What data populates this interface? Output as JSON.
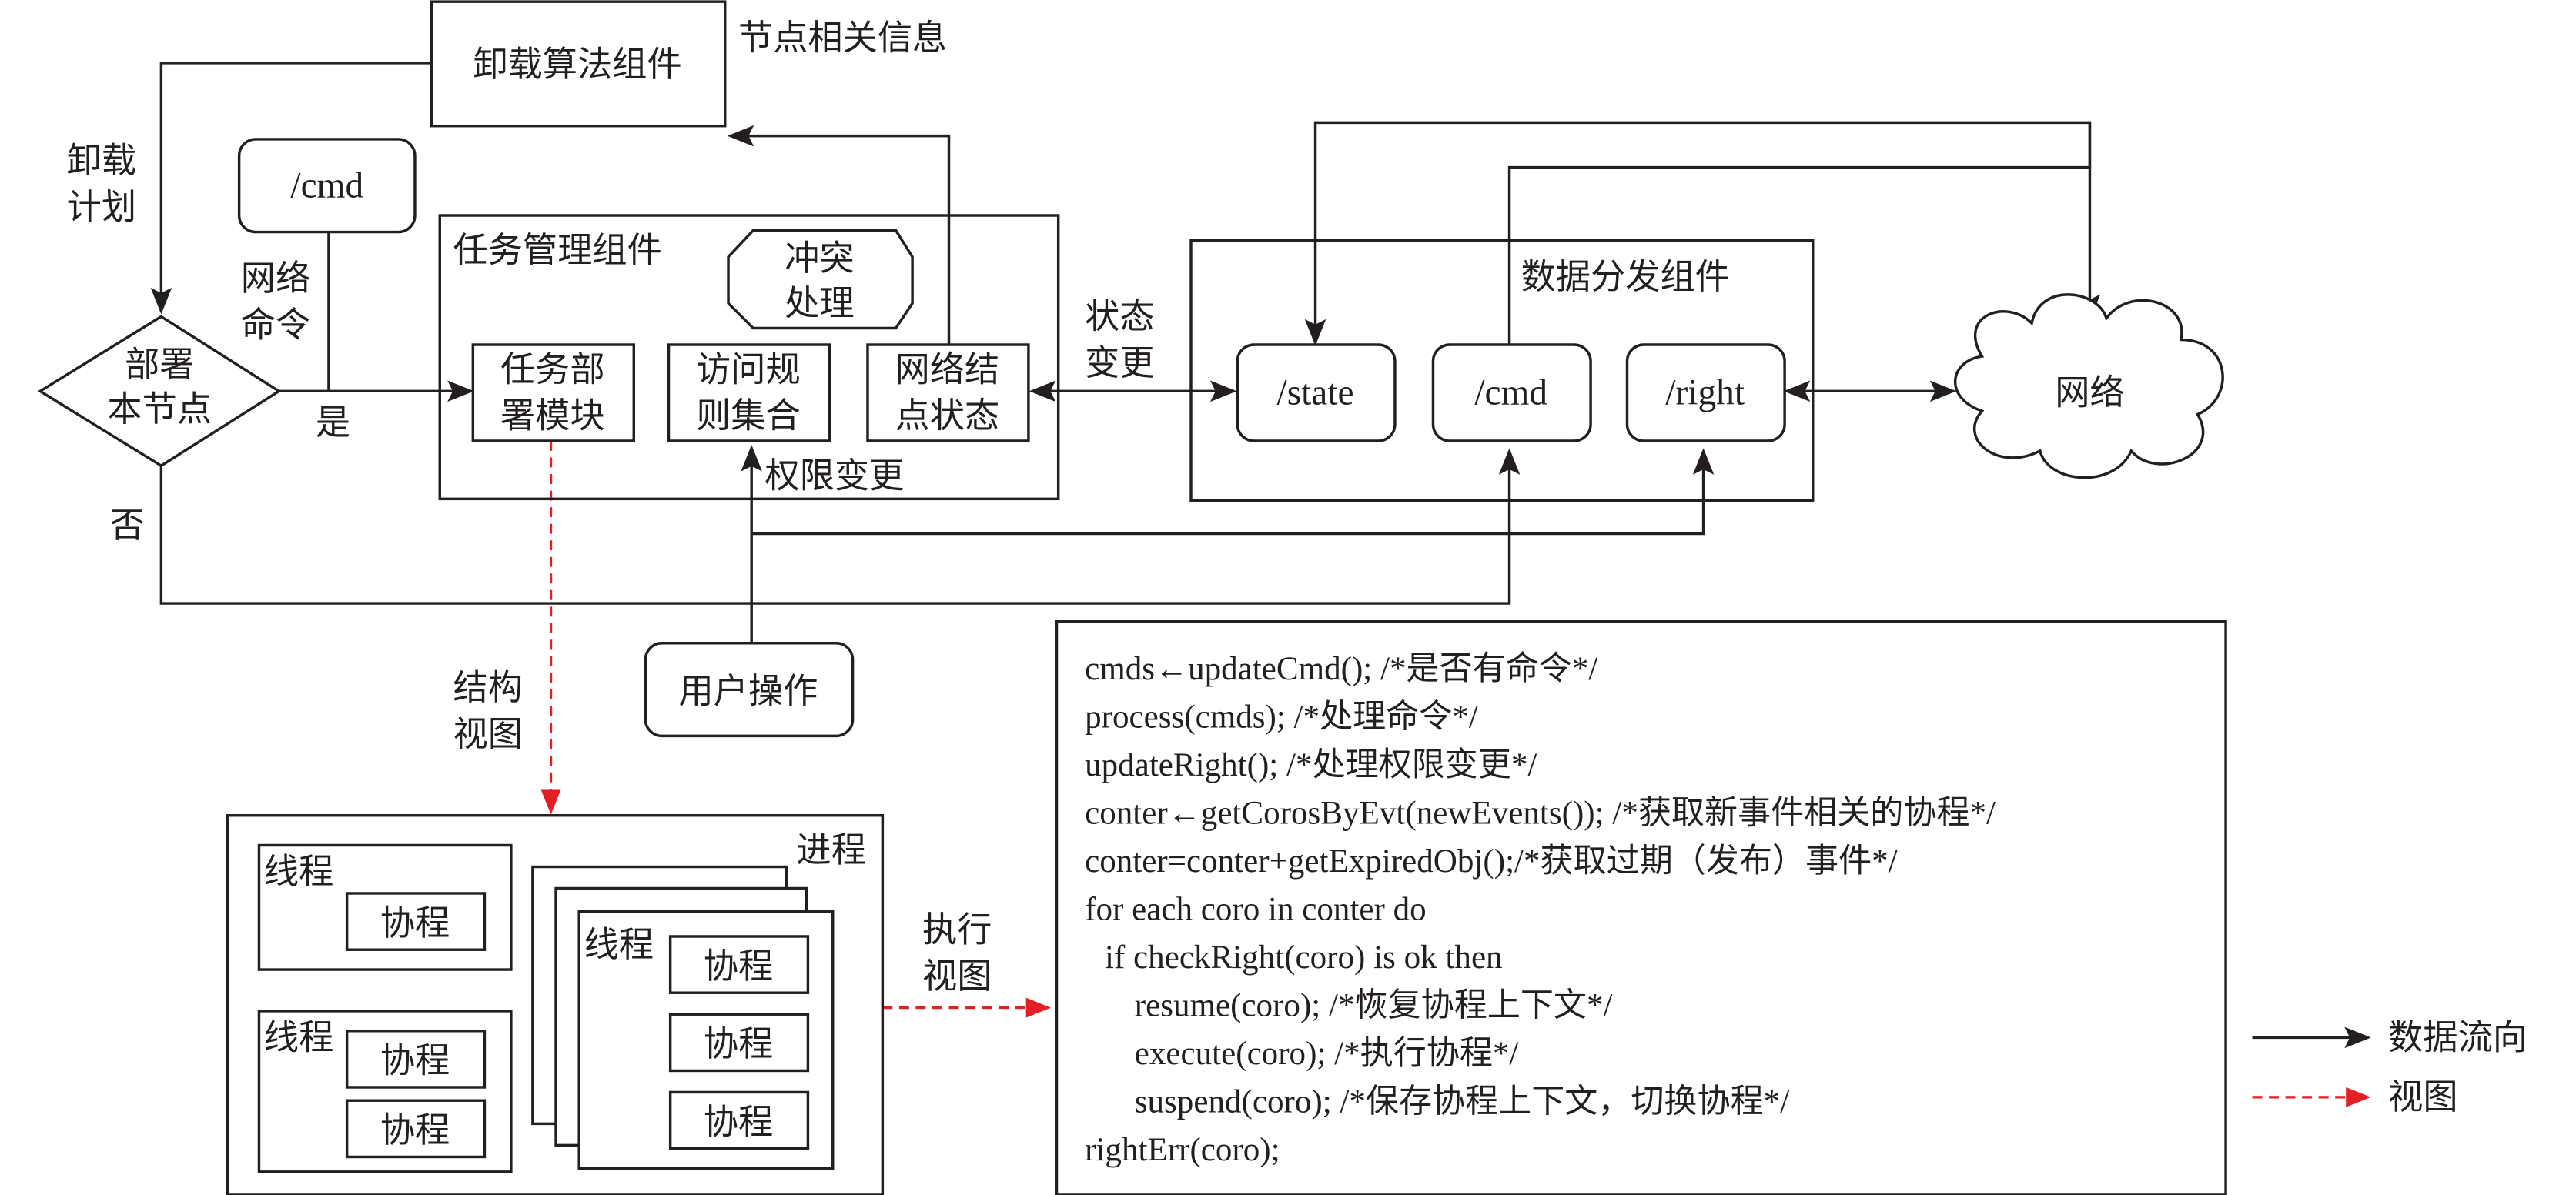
{
  "labels": {
    "unload_algo": "卸载算法组件",
    "node_info": "节点相关信息",
    "unload_plan_1": "卸载",
    "unload_plan_2": "计划",
    "cmd_top": "/cmd",
    "net_cmd_1": "网络",
    "net_cmd_2": "命令",
    "deploy_1": "部署",
    "deploy_2": "本节点",
    "yes": "是",
    "no": "否",
    "task_mgmt": "任务管理组件",
    "conflict_1": "冲突",
    "conflict_2": "处理",
    "task_deploy_1": "任务部",
    "task_deploy_2": "署模块",
    "access_rule_1": "访问规",
    "access_rule_2": "则集合",
    "net_node_1": "网络结",
    "net_node_2": "点状态",
    "perm_change": "权限变更",
    "state_change_1": "状态",
    "state_change_2": "变更",
    "data_dist": "数据分发组件",
    "state": "/state",
    "cmd": "/cmd",
    "right": "/right",
    "network": "网络",
    "user_op": "用户操作",
    "struct_view_1": "结构",
    "struct_view_2": "视图",
    "exec_view_1": "执行",
    "exec_view_2": "视图",
    "process": "进程",
    "thread": "线程",
    "coroutine": "协程"
  },
  "code": [
    "cmds←updateCmd(); /*是否有命令*/",
    "process(cmds); /*处理命令*/",
    "updateRight(); /*处理权限变更*/",
    "conter←getCorosByEvt(newEvents()); /*获取新事件相关的协程*/",
    "conter=conter+getExpiredObj();/*获取过期（发布）事件*/",
    "for each coro in conter do",
    "  if checkRight(coro) is ok then",
    "    resume(coro); /*恢复协程上下文*/",
    "    execute(coro); /*执行协程*/",
    "    suspend(coro); /*保存协程上下文，切换协程*/",
    "rightErr(coro);"
  ],
  "legend": {
    "data_flow": "数据流向",
    "view": "视图"
  },
  "colors": {
    "line": "#231f20",
    "view": "#e31e24"
  }
}
